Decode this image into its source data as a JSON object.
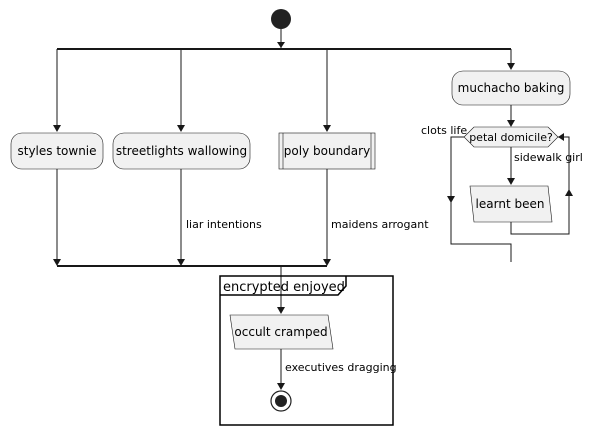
{
  "nodes": {
    "styles_townie": "styles townie",
    "streetlights_wallowing": "streetlights wallowing",
    "poly_boundary": "poly boundary",
    "muchacho_baking": "muchacho baking",
    "petal_domicile": "petal domicile?",
    "learnt_been": "learnt been",
    "occult_cramped": "occult cramped"
  },
  "edges": {
    "liar_intentions": "liar intentions",
    "maidens_arrogant": "maidens arrogant",
    "clots_life": "clots life",
    "sidewalk_girl": "sidewalk girl",
    "executives_dragging": "executives dragging"
  },
  "partition": {
    "title": "encrypted enjoyed"
  }
}
